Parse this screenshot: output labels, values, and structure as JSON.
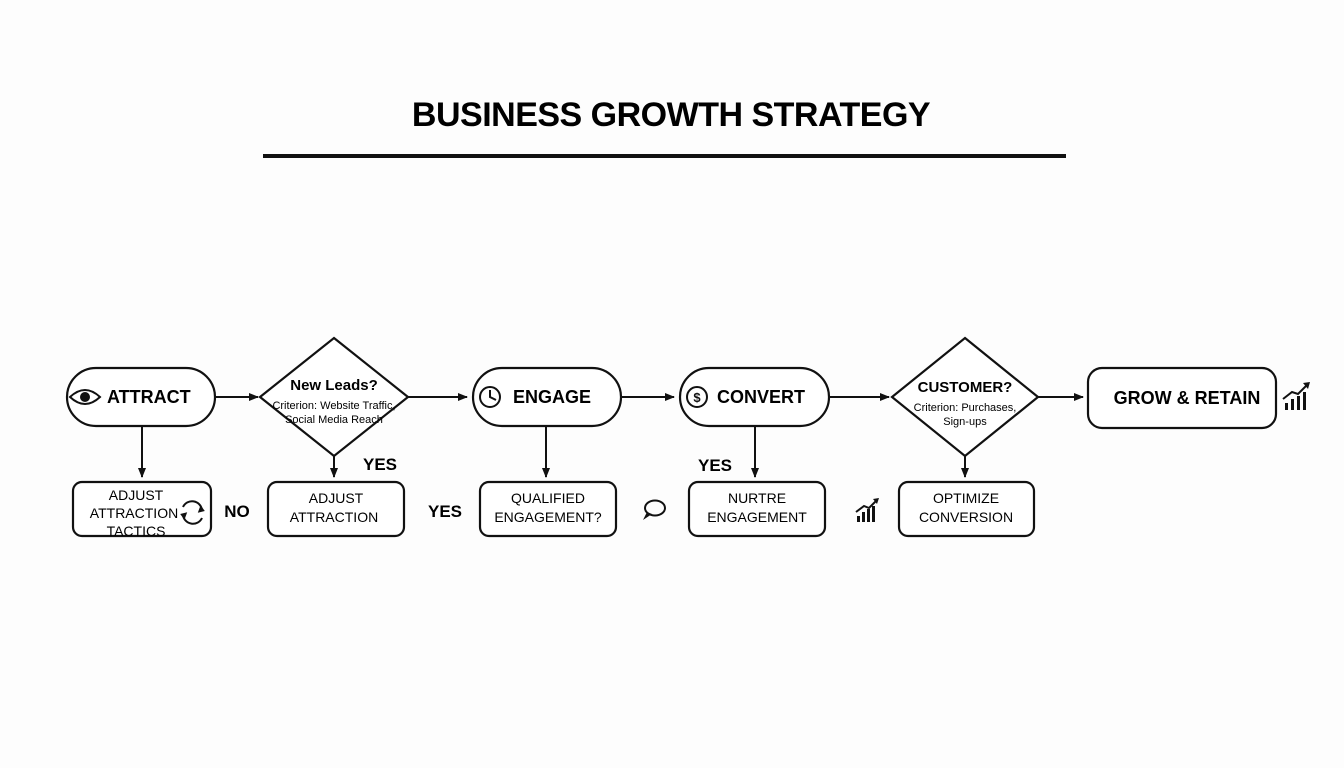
{
  "title": "BUSINESS GROWTH STRATEGY",
  "nodes": {
    "attract": "ATTRACT",
    "new_leads": {
      "title": "New Leads?",
      "criteria_line1": "Criterion: Website Traffic,",
      "criteria_line2": "Social Media Reach"
    },
    "engage": "ENGAGE",
    "convert": "CONVERT",
    "customer": {
      "title": "CUSTOMER?",
      "criteria_line1": "Criterion: Purchases,",
      "criteria_line2": "Sign-ups"
    },
    "grow_retain": "GROW & RETAIN"
  },
  "boxes": {
    "adjust_tactics": [
      "ADJUST",
      "ATTRACTION",
      "TACTICS"
    ],
    "adjust_attraction": [
      "ADJUST",
      "ATTRACTION"
    ],
    "qualified_engagement": [
      "QUALIFIED",
      "ENGAGEMENT?"
    ],
    "nurture_engagement": [
      "NURTRE",
      "ENGAGEMENT"
    ],
    "optimize_conversion": [
      "OPTIMIZE",
      "CONVERSION"
    ]
  },
  "labels": {
    "yes_leads": "YES",
    "no": "NO",
    "yes_middle": "YES",
    "yes_convert": "YES"
  },
  "icons": {
    "attract": "eye-icon",
    "adjust_tactics": "refresh-icon",
    "engage": "clock-icon",
    "qualified": "chat-bubble-icon",
    "convert": "dollar-icon",
    "nurture": "growth-chart-icon",
    "grow_retain": "growth-chart-icon"
  }
}
